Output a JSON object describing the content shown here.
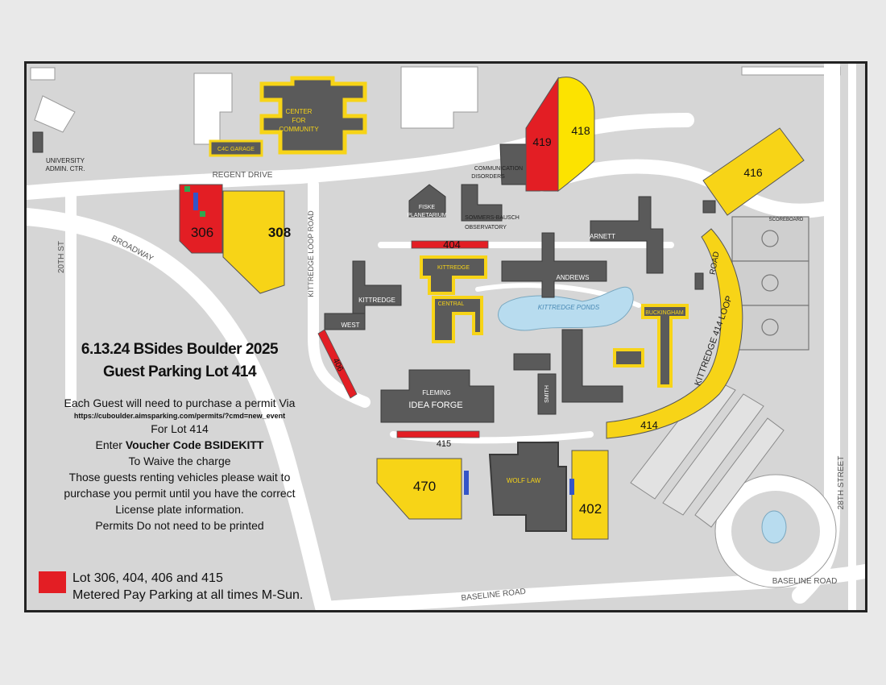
{
  "event": {
    "title_line1": "6.13.24 BSides Boulder 2025",
    "title_line2": "Guest Parking Lot 414"
  },
  "instructions": {
    "line1": "Each Guest will need to purchase a permit Via",
    "url": "https://cuboulder.aimsparking.com/permits/?cmd=new_event",
    "line2": "For Lot 414",
    "voucher_prefix": "Enter ",
    "voucher_code": "Voucher Code BSIDEKITT",
    "line3": "To Waive the charge",
    "line4": "Those guests renting vehicles please wait to",
    "line5": "purchase you permit until you have the correct",
    "line6": "License plate  information.",
    "line7": "Permits Do not need to be printed"
  },
  "legend": {
    "line1": "Lot 306, 404, 406 and 415",
    "line2": "Metered Pay Parking at all times M-Sun.",
    "color": "#e31e24"
  },
  "colors": {
    "paid_lot": "#e31e24",
    "guest_lot": "#f7d417",
    "lot_418": "#fce300",
    "building": "#5a5a5a",
    "road": "#ffffff",
    "ground": "#d6d6d6",
    "water": "#b8dcef"
  },
  "lots": {
    "l306": "306",
    "l308": "308",
    "l404": "404",
    "l406": "406",
    "l414": "414",
    "l414b": "414",
    "l415": "415",
    "l416": "416",
    "l418": "418",
    "l419": "419",
    "l470": "470",
    "l402": "402"
  },
  "buildings": {
    "center_community_1": "CENTER",
    "center_community_2": "FOR",
    "center_community_3": "COMMUNITY",
    "c4c_garage": "C4C GARAGE",
    "university_admin_1": "UNIVERSITY",
    "university_admin_2": "ADMIN. CTR.",
    "communication_1": "COMMUNICATION",
    "communication_2": "DISORDERS",
    "fiske_1": "FISKE",
    "fiske_2": "PLANETARIUM",
    "sommers_1": "SOMMERS-BAUSCH",
    "sommers_2": "OBSERVATORY",
    "kittredge_north": "KITTREDGE",
    "central": "CENTRAL",
    "kittredge_west": "KITTREDGE",
    "west": "WEST",
    "andrews": "ANDREWS",
    "arnett": "ARNETT",
    "buckingham": "BUCKINGHAM",
    "fleming": "FLEMING",
    "idea_forge": "IDEA FORGE",
    "smith": "SMITH",
    "wolf_law": "WOLF LAW",
    "scoreboard": "SCOREBOARD",
    "kittredge_ponds": "KITTREDGE PONDS"
  },
  "streets": {
    "regent": "REGENT DRIVE",
    "broadway": "BROADWAY",
    "twentieth": "20TH ST",
    "kittredge_loop": "KITTREDGE LOOP ROAD",
    "kittredge_414": "KITTREDGE 414 LOOP",
    "road": "ROAD",
    "twentyeighth": "28TH STREET",
    "baseline_bottom": "BASELINE ROAD",
    "baseline_right": "BASELINE ROAD"
  }
}
